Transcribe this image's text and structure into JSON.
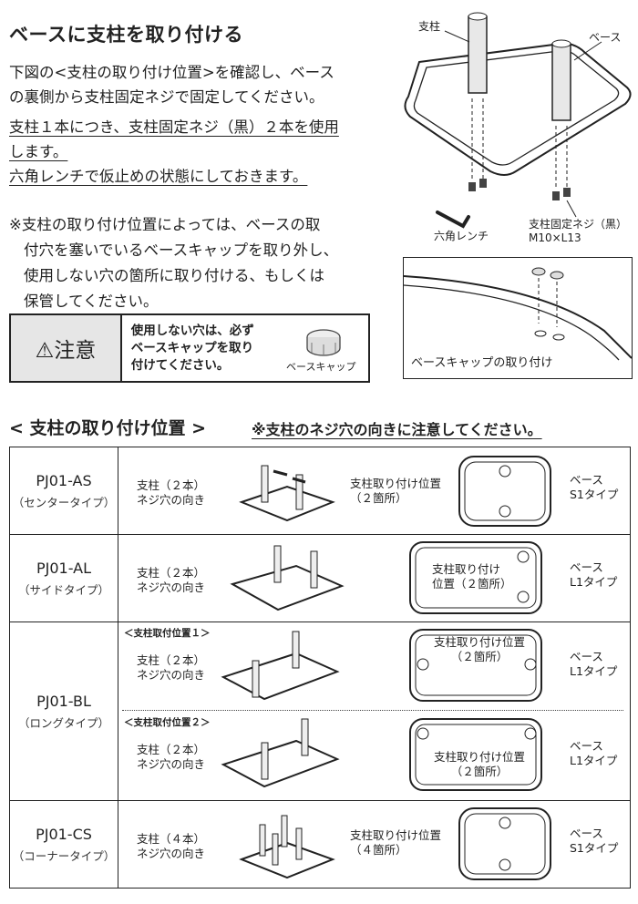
{
  "heading": "ベースに支柱を取り付ける",
  "intro": {
    "line1": "下図の<支柱の取り付け位置>を確認し、ベース",
    "line2": "の裏側から支柱固定ネジで固定してください。"
  },
  "note_underlined": {
    "line1": "支柱１本につき、支柱固定ネジ（黒）２本を使用",
    "line2": "します。",
    "line3": "六角レンチで仮止めの状態にしておきます。"
  },
  "remark": {
    "line1": "※支柱の取り付け位置によっては、ベースの取",
    "line2": "付穴を塞いでいるベースキャップを取り外し、",
    "line3": "使用しない穴の箇所に取り付ける、もしくは",
    "line4": "保管してください。"
  },
  "caution": {
    "title": "⚠注意",
    "line1": "使用しない穴は、必ず",
    "line2": "ベースキャップを取り",
    "line3": "付けてください。",
    "cap_label": "ベースキャップ"
  },
  "top_figure": {
    "pole_label": "支柱",
    "base_label": "ベース",
    "wrench_label": "六角レンチ",
    "screw_label1": "支柱固定ネジ（黒）",
    "screw_label2": "M10×L13",
    "cap_fig_label": "ベースキャップの取り付け"
  },
  "section": {
    "title": "< 支柱の取り付け位置 >",
    "note": "※支柱のネジ穴の向きに注意してください。"
  },
  "rows": [
    {
      "model": "PJ01-AS",
      "type": "（センタータイプ）",
      "pole1": "支柱（２本）",
      "pole2": "ネジ穴の向き",
      "pos1": "支柱取り付け位置",
      "pos2": "（２箇所）",
      "base1": "ベース",
      "base2": "S1タイプ"
    },
    {
      "model": "PJ01-AL",
      "type": "（サイドタイプ）",
      "pole1": "支柱（２本）",
      "pole2": "ネジ穴の向き",
      "pos1": "支柱取り付け",
      "pos2": "位置（２箇所）",
      "base1": "ベース",
      "base2": "L1タイプ"
    },
    {
      "model": "PJ01-BL",
      "type": "（ロングタイプ）",
      "sub1_title": "＜支柱取付位置１＞",
      "sub1_pole1": "支柱（２本）",
      "sub1_pole2": "ネジ穴の向き",
      "sub1_pos1": "支柱取り付け位置",
      "sub1_pos2": "（２箇所）",
      "sub2_title": "＜支柱取付位置２＞",
      "sub2_pole1": "支柱（２本）",
      "sub2_pole2": "ネジ穴の向き",
      "sub2_pos1": "支柱取り付け位置",
      "sub2_pos2": "（２箇所）",
      "base1": "ベース",
      "base2": "L1タイプ"
    },
    {
      "model": "PJ01-CS",
      "type": "（コーナータイプ）",
      "pole1": "支柱（４本）",
      "pole2": "ネジ穴の向き",
      "pos1": "支柱取り付け位置",
      "pos2": "（４箇所）",
      "base1": "ベース",
      "base2": "S1タイプ"
    }
  ]
}
